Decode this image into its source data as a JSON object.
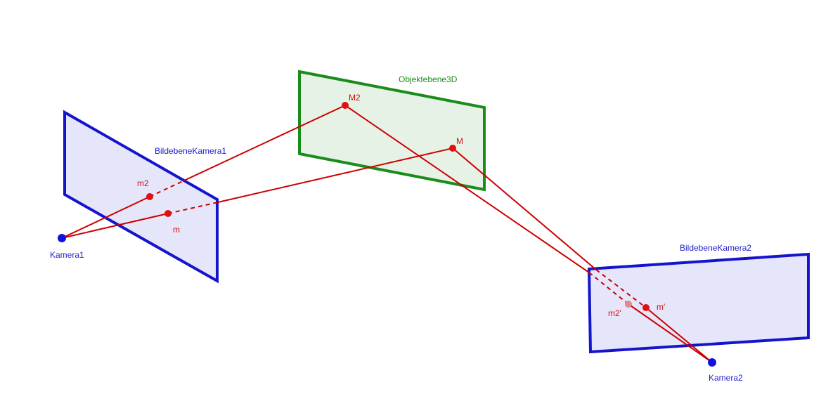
{
  "colors": {
    "camera_plane_stroke": "#1414cc",
    "camera_plane_fill": "#e6e6fa",
    "object_plane_stroke": "#1a8c1a",
    "object_plane_fill": "#e6f2e6",
    "ray": "#cc0000",
    "point": "#dd1111",
    "camera_point": "#1111dd",
    "label_blue": "#2222cc",
    "label_green": "#1a8c1a",
    "label_red": "#cc1111"
  },
  "planes": {
    "image_plane_1": "BildebeneKamera1",
    "object_plane": "Objektebene3D",
    "image_plane_2": "BildebeneKamera2"
  },
  "cameras": {
    "camera_1": "Kamera1",
    "camera_2": "Kamera2"
  },
  "points": {
    "M": "M",
    "M2": "M2",
    "m": "m",
    "m2": "m2",
    "m_prime": "m'",
    "m2_prime": "m2'"
  }
}
